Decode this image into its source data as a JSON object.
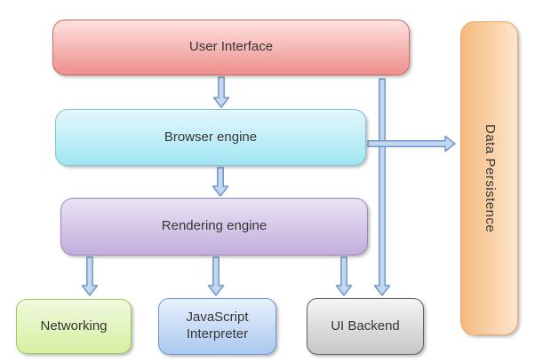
{
  "diagram": {
    "background": "#ffffff",
    "text_color": "#363636",
    "nodes": [
      {
        "id": "user-interface",
        "label": "User Interface",
        "fill_top": "#fde1e0",
        "fill_bottom": "#ef908d",
        "border": "#cb6a66",
        "gradient_dir": "to bottom"
      },
      {
        "id": "browser-engine",
        "label": "Browser engine",
        "fill_top": "#e4f7fb",
        "fill_bottom": "#a0e5f2",
        "border": "#7fc3d5",
        "gradient_dir": "to bottom"
      },
      {
        "id": "rendering-engine",
        "label": "Rendering engine",
        "fill_top": "#eae4f4",
        "fill_bottom": "#c2addc",
        "border": "#9b83bd",
        "gradient_dir": "to bottom"
      },
      {
        "id": "networking",
        "label": "Networking",
        "fill_top": "#f1fade",
        "fill_bottom": "#d5efa1",
        "border": "#a3c95c",
        "gradient_dir": "to bottom"
      },
      {
        "id": "javascript-interpreter",
        "label": "JavaScript Interpreter",
        "fill_top": "#e9f1fc",
        "fill_bottom": "#abc8f0",
        "border": "#6f96d0",
        "gradient_dir": "to bottom"
      },
      {
        "id": "ui-backend",
        "label": "UI Backend",
        "fill_top": "#f4f4f4",
        "fill_bottom": "#c7c7c7",
        "border": "#5f5f5f",
        "gradient_dir": "to bottom"
      },
      {
        "id": "data-persistence",
        "label": "Data Persistence",
        "fill_top": "#f5b97d",
        "fill_bottom": "#fce6cc",
        "border": "#e8a869",
        "gradient_dir": "to right"
      }
    ],
    "edges": [
      {
        "from": "user-interface",
        "to": "browser-engine"
      },
      {
        "from": "browser-engine",
        "to": "rendering-engine"
      },
      {
        "from": "rendering-engine",
        "to": "networking"
      },
      {
        "from": "rendering-engine",
        "to": "javascript-interpreter"
      },
      {
        "from": "rendering-engine",
        "to": "ui-backend"
      },
      {
        "from": "user-interface",
        "to": "ui-backend"
      },
      {
        "from": "browser-engine",
        "to": "data-persistence"
      }
    ],
    "arrow_style": {
      "fill": "#c4d7f1",
      "stroke": "#7097cb"
    }
  }
}
